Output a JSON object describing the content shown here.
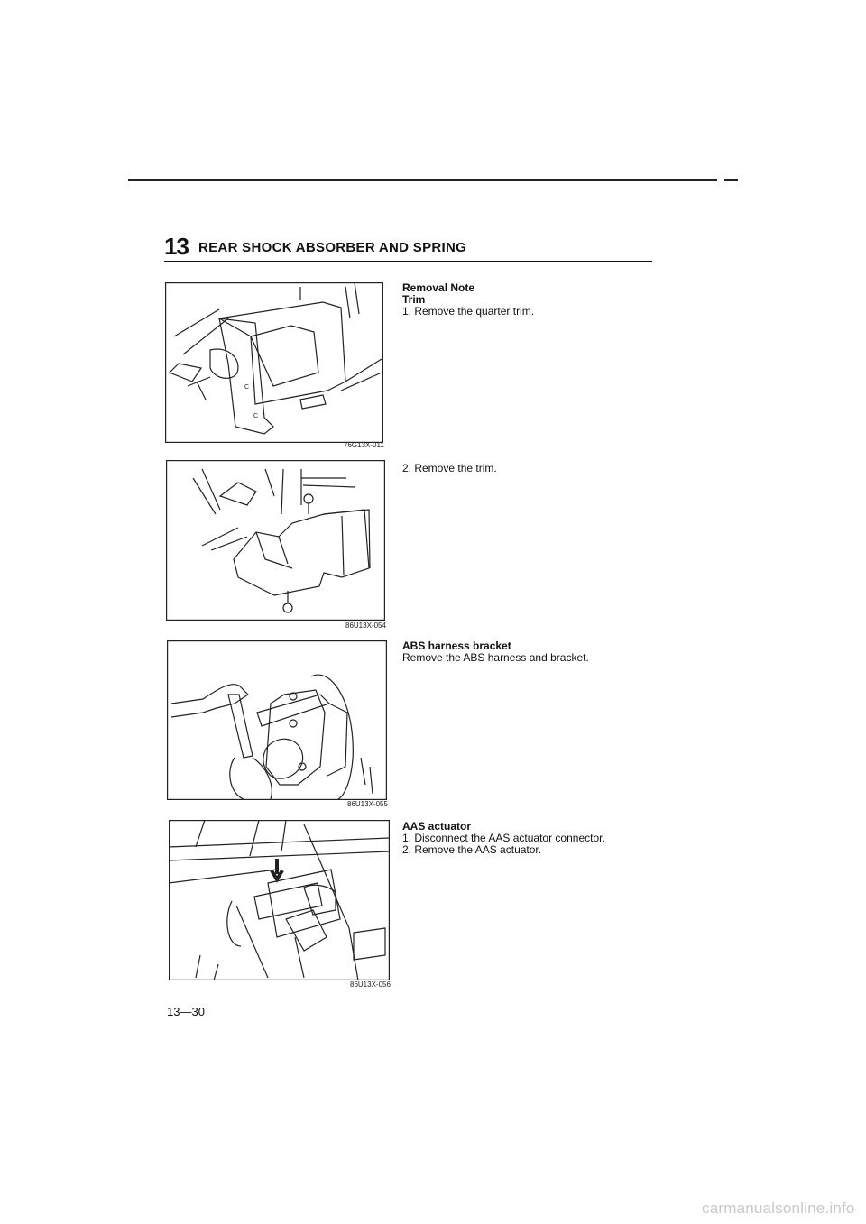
{
  "header": {
    "chapter_number": "13",
    "chapter_title": "REAR SHOCK ABSORBER AND SPRING"
  },
  "figures": [
    {
      "code": "76G13X-011",
      "icon": "quarter-trim-illustration"
    },
    {
      "code": "86U13X-054",
      "icon": "trim-clip-illustration"
    },
    {
      "code": "86U13X-055",
      "icon": "abs-bracket-illustration"
    },
    {
      "code": "86U13X-056",
      "icon": "aas-actuator-illustration"
    }
  ],
  "sections": [
    {
      "heading": "Removal Note",
      "subheading": "Trim",
      "lines": [
        "1. Remove the quarter trim."
      ]
    },
    {
      "lines": [
        "2. Remove the trim."
      ]
    },
    {
      "heading": "ABS harness bracket",
      "lines": [
        "Remove the ABS harness and bracket."
      ]
    },
    {
      "heading": "AAS actuator",
      "lines": [
        "1. Disconnect the AAS actuator connector.",
        "2. Remove the AAS actuator."
      ]
    }
  ],
  "footer": {
    "page_number": "13—30",
    "watermark": "carmanualsonline.info"
  }
}
